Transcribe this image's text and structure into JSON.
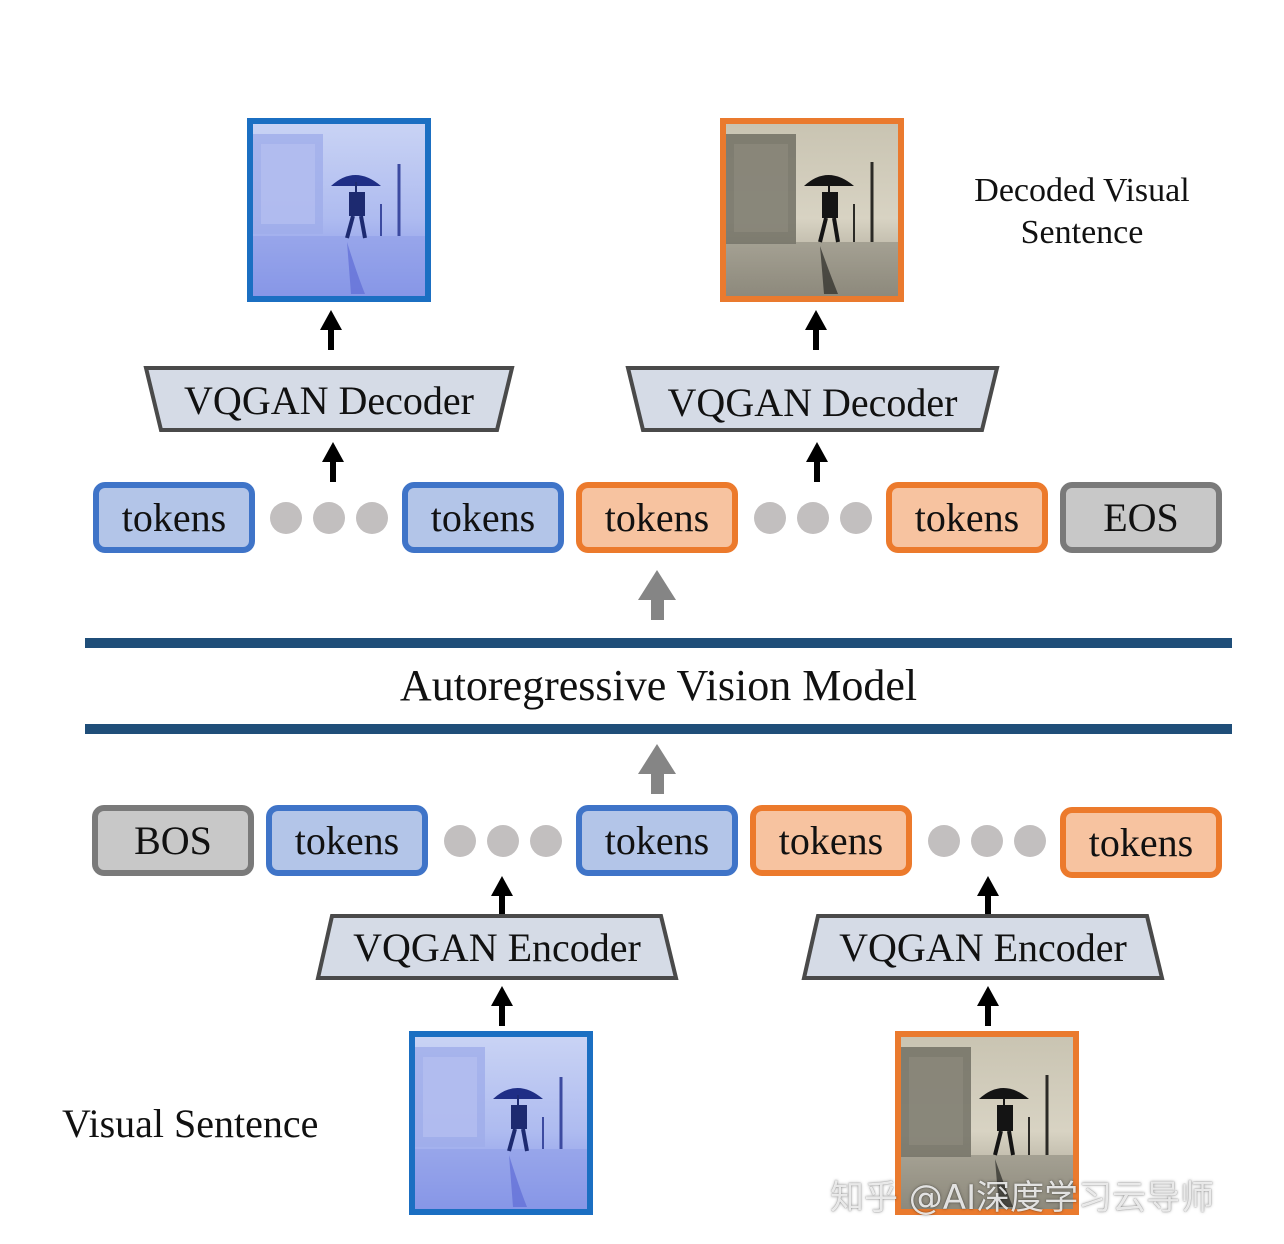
{
  "decoded_label_line1": "Decoded Visual",
  "decoded_label_line2": "Sentence",
  "decoder_label": "VQGAN Decoder",
  "encoder_label": "VQGAN Encoder",
  "model_label": "Autoregressive Vision Model",
  "visual_sentence_label": "Visual Sentence",
  "top_tokens": [
    "tokens",
    "tokens",
    "tokens",
    "tokens",
    "EOS"
  ],
  "bottom_tokens": [
    "BOS",
    "tokens",
    "tokens",
    "tokens",
    "tokens"
  ],
  "watermark": "知乎 @AI深度学习云导师",
  "colors": {
    "blue_fill": "#b3c5e8",
    "blue_border": "#3f74c8",
    "orange_fill": "#f7c3a0",
    "orange_border": "#ec7a2c",
    "gray_fill": "#c8c8c8",
    "gray_border": "#7a7a7a",
    "model_bar": "#1f4e79",
    "image_blue_frame": "#1b6fc2",
    "image_orange_frame": "#ea7a2e"
  }
}
